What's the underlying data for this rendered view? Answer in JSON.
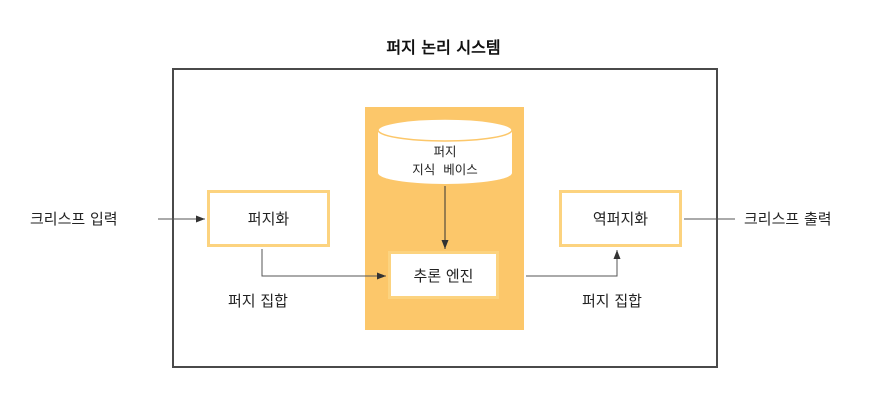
{
  "title": "퍼지 논리 시스템",
  "input_label": "크리스프 입력",
  "output_label": "크리스프 출력",
  "fuzzifier_label": "퍼지화",
  "defuzzifier_label": "역퍼지화",
  "inference_engine_label": "추론 엔진",
  "knowledge_base_line1": "퍼지",
  "knowledge_base_line2": "지식  베이스",
  "fuzzy_set_left_label": "퍼지 집합",
  "fuzzy_set_right_label": "퍼지 집합",
  "colors": {
    "core_panel": "#fcc76a",
    "box_border": "#fcd37f",
    "frame": "#4a4a4a",
    "arrow": "#555555"
  }
}
